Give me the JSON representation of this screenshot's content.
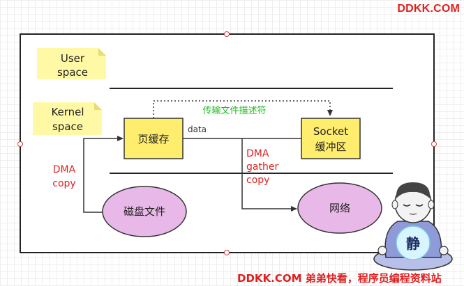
{
  "brand": "DDKK.COM",
  "footer": "DDKK.COM 弟弟快看，程序员编程资料站",
  "user_space": [
    "User",
    "space"
  ],
  "kernel_space": [
    "Kernel",
    "space"
  ],
  "page_cache": "页缓存",
  "socket": [
    "Socket",
    "缓冲区"
  ],
  "disk_file": "磁盘文件",
  "network": "网络",
  "data_label": "data",
  "descriptor_label": "传输文件描述符",
  "dma_copy": [
    "DMA",
    "copy"
  ],
  "dma_gather_copy": [
    "DMA",
    "gather",
    "copy"
  ],
  "mascot_char": "静",
  "colors": {
    "note_yellow": "#fff9a6",
    "box_yellow": "#ffee6e",
    "ellipse_purple": "#e8b8e8",
    "red": "#e02020",
    "green": "#22bb22"
  }
}
